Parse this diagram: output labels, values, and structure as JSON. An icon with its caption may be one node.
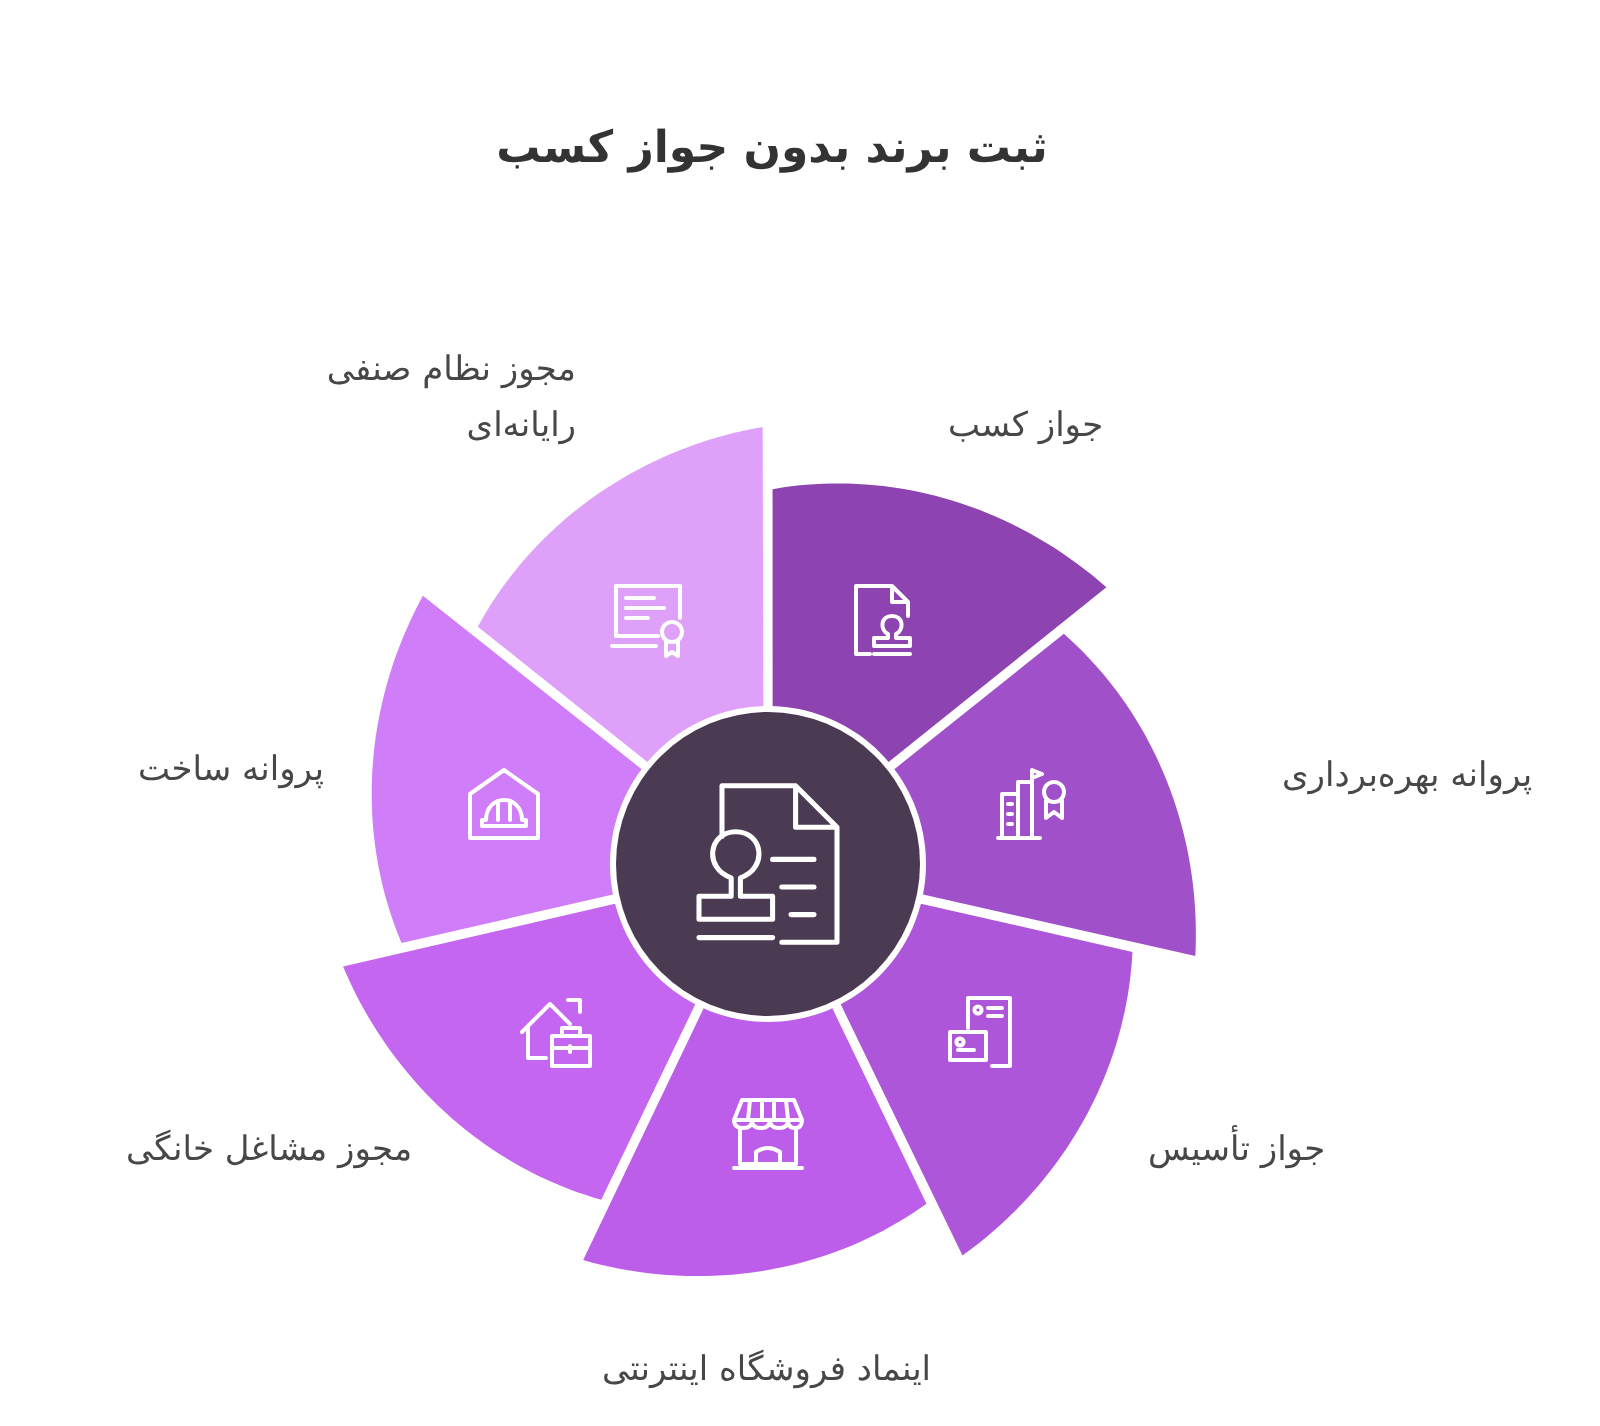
{
  "diagram": {
    "title": "ثبت برند بدون جواز کسب",
    "nodes": [
      {
        "text": [],
        "shape": "circle"
      },
      {
        "text": [
          "جواز کسب"
        ]
      },
      {
        "text": [
          "پروانه بهره‌برداری"
        ]
      },
      {
        "text": [
          "جواز تأسیس"
        ]
      },
      {
        "text": [
          "اینماد فروشگاه اینترنتی"
        ]
      },
      {
        "text": [
          "مجوز مشاغل خانگی"
        ]
      },
      {
        "text": [
          "پروانه ساخت"
        ]
      },
      {
        "text": [
          "مجوز نظام صنفی رایانه‌ای"
        ]
      }
    ]
  }
}
